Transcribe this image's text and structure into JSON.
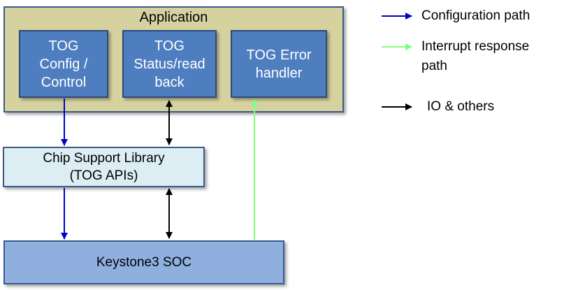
{
  "application": {
    "title": "Application"
  },
  "blocks": {
    "tog_config": "TOG\nConfig /\nControl",
    "tog_status": "TOG\nStatus/read\nback",
    "tog_error": "TOG Error\nhandler",
    "csl": "Chip Support Library\n(TOG APIs)",
    "soc": "Keystone3 SOC"
  },
  "legend": {
    "configuration": "Configuration path",
    "interrupt": "Interrupt response\npath",
    "io": "IO & others"
  },
  "colors": {
    "configuration": "#0000cc",
    "interrupt": "#80ff80",
    "io": "#000000"
  }
}
